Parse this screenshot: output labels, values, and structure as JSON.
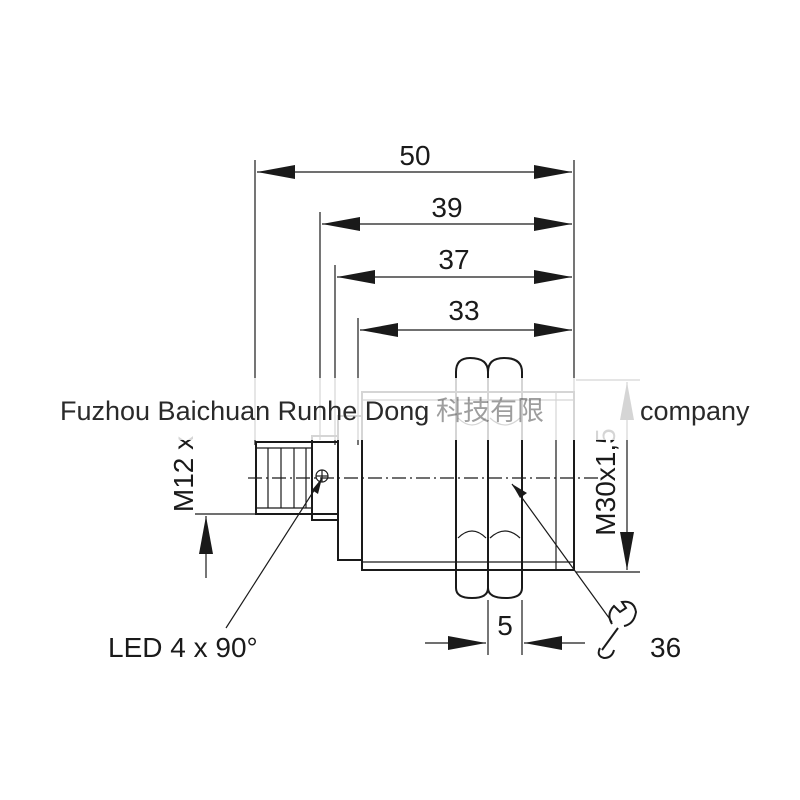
{
  "dimensions": {
    "overall_length": "50",
    "length_39": "39",
    "length_37": "37",
    "thread_length": "33",
    "nut_width": "5",
    "wrench_size": "36"
  },
  "labels": {
    "connector_thread": "M12 x",
    "body_thread": "M30x1,5",
    "led": "LED 4 x 90°"
  },
  "watermark": {
    "text": "Fuzhou Baichuan Runhe Dong",
    "chinese_suffix": "科技有限",
    "english_suffix": "company"
  }
}
